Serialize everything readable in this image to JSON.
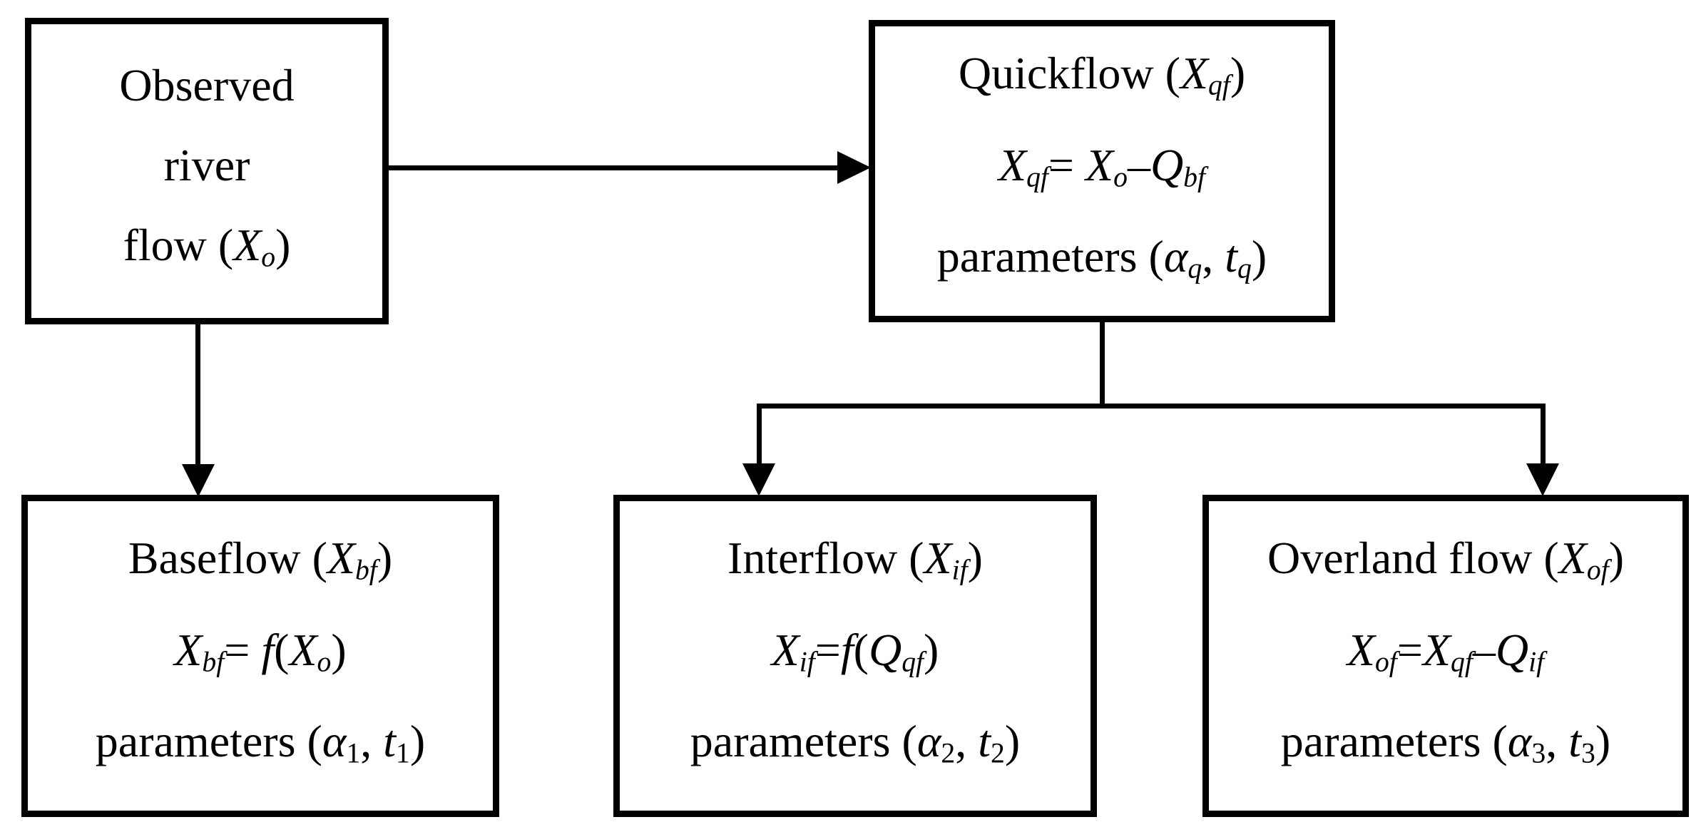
{
  "diagram": {
    "colors": {
      "background": "#ffffff",
      "line": "#000000",
      "text": "#000000"
    },
    "boxes": [
      {
        "id": "observed-river-flow",
        "lines": [
          [
            {
              "t": "Observed"
            }
          ],
          [
            {
              "t": "river"
            }
          ],
          [
            {
              "t": "flow ("
            },
            {
              "t": "X",
              "s": "i"
            },
            {
              "t": "o",
              "s": "is"
            },
            {
              "t": ")"
            }
          ]
        ]
      },
      {
        "id": "quickflow",
        "lines": [
          [
            {
              "t": "Quickflow ("
            },
            {
              "t": "X",
              "s": "i"
            },
            {
              "t": "qf",
              "s": "is"
            },
            {
              "t": ")"
            }
          ],
          [
            {
              "t": "X",
              "s": "i"
            },
            {
              "t": "qf",
              "s": "is"
            },
            {
              "t": "= "
            },
            {
              "t": "X",
              "s": "i"
            },
            {
              "t": "o",
              "s": "is"
            },
            {
              "t": "–"
            },
            {
              "t": "Q",
              "s": "i"
            },
            {
              "t": "bf",
              "s": "is"
            }
          ],
          [
            {
              "t": "parameters ("
            },
            {
              "t": "α",
              "s": "i"
            },
            {
              "t": "q",
              "s": "is"
            },
            {
              "t": ", "
            },
            {
              "t": "t",
              "s": "i"
            },
            {
              "t": "q",
              "s": "is"
            },
            {
              "t": ")"
            }
          ]
        ]
      },
      {
        "id": "baseflow",
        "lines": [
          [
            {
              "t": "Baseflow ("
            },
            {
              "t": "X",
              "s": "i"
            },
            {
              "t": "bf",
              "s": "is"
            },
            {
              "t": ")"
            }
          ],
          [
            {
              "t": "X",
              "s": "i"
            },
            {
              "t": "bf",
              "s": "is"
            },
            {
              "t": "= "
            },
            {
              "t": "f",
              "s": "i"
            },
            {
              "t": "("
            },
            {
              "t": "X",
              "s": "i"
            },
            {
              "t": "o",
              "s": "is"
            },
            {
              "t": ")"
            }
          ],
          [
            {
              "t": "parameters ("
            },
            {
              "t": "α",
              "s": "i"
            },
            {
              "t": "1",
              "s": "sub"
            },
            {
              "t": ", "
            },
            {
              "t": "t",
              "s": "i"
            },
            {
              "t": "1",
              "s": "sub"
            },
            {
              "t": ")"
            }
          ]
        ]
      },
      {
        "id": "interflow",
        "lines": [
          [
            {
              "t": "Interflow ("
            },
            {
              "t": "X",
              "s": "i"
            },
            {
              "t": "if",
              "s": "is"
            },
            {
              "t": ")"
            }
          ],
          [
            {
              "t": "X",
              "s": "i"
            },
            {
              "t": "if",
              "s": "is"
            },
            {
              "t": "="
            },
            {
              "t": "f",
              "s": "i"
            },
            {
              "t": "("
            },
            {
              "t": "Q",
              "s": "i"
            },
            {
              "t": "qf",
              "s": "is"
            },
            {
              "t": ")"
            }
          ],
          [
            {
              "t": "parameters ("
            },
            {
              "t": "α",
              "s": "i"
            },
            {
              "t": "2",
              "s": "sub"
            },
            {
              "t": ", "
            },
            {
              "t": "t",
              "s": "i"
            },
            {
              "t": "2",
              "s": "sub"
            },
            {
              "t": ")"
            }
          ]
        ]
      },
      {
        "id": "overland-flow",
        "lines": [
          [
            {
              "t": "Overland flow ("
            },
            {
              "t": "X",
              "s": "i"
            },
            {
              "t": "of",
              "s": "is"
            },
            {
              "t": ")"
            }
          ],
          [
            {
              "t": "X",
              "s": "i"
            },
            {
              "t": "of",
              "s": "is"
            },
            {
              "t": "="
            },
            {
              "t": "X",
              "s": "i"
            },
            {
              "t": "qf",
              "s": "is"
            },
            {
              "t": "–"
            },
            {
              "t": "Q",
              "s": "i"
            },
            {
              "t": "if",
              "s": "is"
            }
          ],
          [
            {
              "t": "parameters ("
            },
            {
              "t": "α",
              "s": "i"
            },
            {
              "t": "3",
              "s": "sub"
            },
            {
              "t": ", "
            },
            {
              "t": "t",
              "s": "i"
            },
            {
              "t": "3",
              "s": "sub"
            },
            {
              "t": ")"
            }
          ]
        ]
      }
    ],
    "edges": [
      {
        "from": "observed-river-flow",
        "to": "quickflow",
        "type": "arrow-right"
      },
      {
        "from": "observed-river-flow",
        "to": "baseflow",
        "type": "arrow-down"
      },
      {
        "from": "quickflow",
        "to": "interflow",
        "type": "arrow-down"
      },
      {
        "from": "quickflow",
        "to": "overland-flow",
        "type": "arrow-down"
      }
    ]
  }
}
